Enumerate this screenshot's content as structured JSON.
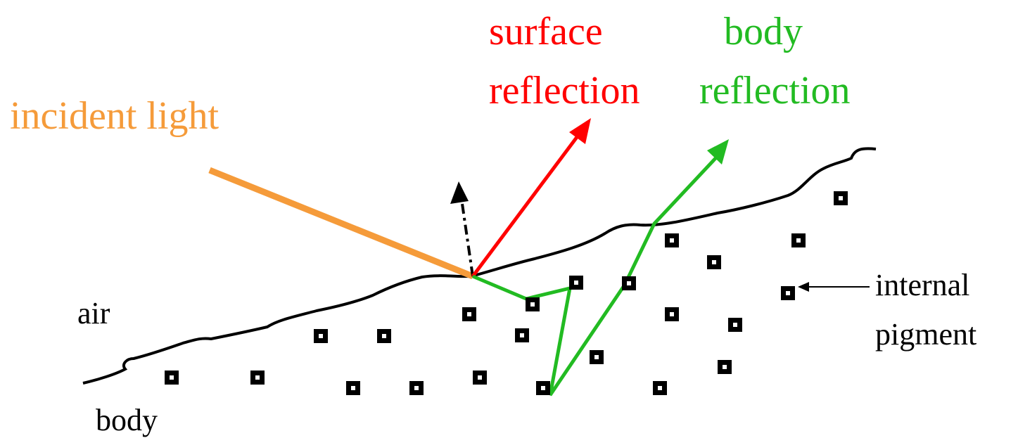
{
  "labels": {
    "incident_light": "incident light",
    "surface_reflection_line1": "surface",
    "surface_reflection_line2": "reflection",
    "body_reflection_line1": "body",
    "body_reflection_line2": "reflection",
    "air": "air",
    "body": "body",
    "internal_pigment_line1": "internal",
    "internal_pigment_line2": "pigment"
  },
  "colors": {
    "incident_light": "#f59b3a",
    "surface_reflection": "#ff0000",
    "body_reflection": "#22bb22",
    "surface_line": "#000000",
    "pigment": "#000000",
    "normal": "#000000"
  }
}
